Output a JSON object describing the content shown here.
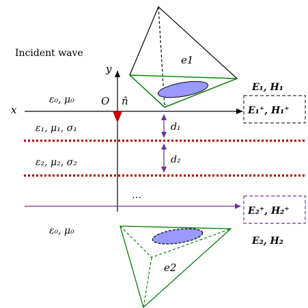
{
  "labels": {
    "incident_wave": "Incident wave",
    "axis_y": "y",
    "axis_x": "x",
    "origin": "O",
    "normal": "n̂",
    "region0_top": "ε₀, μ₀",
    "layer1": "ε₁, μ₁, σ₁",
    "layer2": "ε₂, μ₂, σ₂",
    "d1": "d₁",
    "d2": "d₂",
    "ellipsis": "…",
    "region0_bottom": "ε₀, μ₀",
    "e1": "e1",
    "e2": "e2",
    "fields_1": "E₁, H₁",
    "fields_1_plus": "E₁⁺, H₁⁺",
    "fields_2_plus": "E₂⁺, H₂⁺",
    "fields_2": "E₂, H₂"
  },
  "colors": {
    "element_edges": "#008000",
    "ellipse_fill": "#9999ff",
    "layer_boundary": "#c00000",
    "purple": "#7030a0",
    "incident_arrow": "#cc0000",
    "black": "#000000",
    "box_dashed_black": "#333333"
  }
}
